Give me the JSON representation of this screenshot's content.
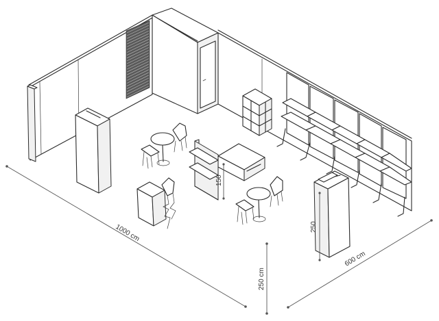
{
  "dimensions": {
    "length": "1000 cm",
    "width": "600 cm",
    "wall_height": "250 cm",
    "counter_height": "150",
    "column_height": "250"
  }
}
